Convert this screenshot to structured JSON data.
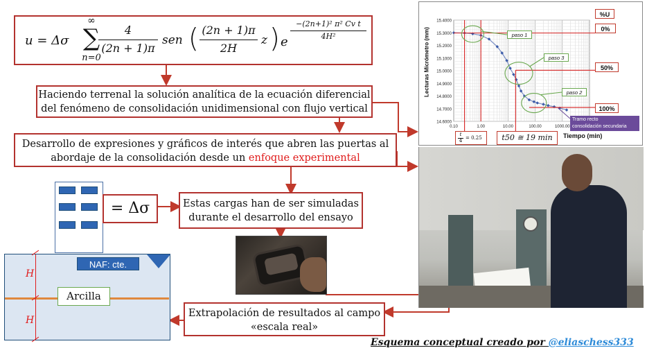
{
  "formula": {
    "lhs": "u = Δσ",
    "sum_top": "∞",
    "sum_bottom": "n=0",
    "frac1_num": "4",
    "frac1_den": "(2n + 1)π",
    "sen": "sen",
    "frac2_num": "(2n + 1)π",
    "frac2_den": "2H",
    "z": "z",
    "e": "e",
    "exp_num": "−(2n+1)² π² Cv t",
    "exp_den": "4H²"
  },
  "box_solution": {
    "line1": "Haciendo terrenal la solución analítica de la ecuación diferencial",
    "line2": "del fenómeno de consolidación unidimensional con flujo vertical"
  },
  "box_expressions": {
    "line1": "Desarrollo de expresiones y gráficos de interés que abren las puertas al",
    "line2_prefix": "abordaje de la consolidación desde un ",
    "line2_highlight": "enfoque experimental"
  },
  "delta_box": "= Δσ",
  "box_loads": {
    "line1": "Estas cargas han de ser simuladas",
    "line2": "durante el desarrollo del ensayo"
  },
  "box_extrapolation": {
    "line1": "Extrapolación de resultados al campo",
    "line2": "«escala real»"
  },
  "soil": {
    "naf_label": "NAF:  cte.",
    "clay_label": "Arcilla",
    "h_top": "H",
    "h_bottom": "H"
  },
  "credit": {
    "prefix": "Esquema  conceptual creado por ",
    "handle": "@eliaschess333"
  },
  "chart": {
    "ylabel": "Lecturas Micrómetro (mm)",
    "xlabel": "Tiempo (min)",
    "pct_u_label": "%U",
    "u0": "0%",
    "u50": "50%",
    "u100": "100%",
    "paso1": "paso 1",
    "paso2": "paso 2",
    "paso3": "paso 3",
    "tramo_line1": "Tramo recto",
    "tramo_line2": "consolidación secundaria",
    "t_frac_num": "t",
    "t_frac_den": "4",
    "t_frac_value": "= 0.25",
    "t50": "t50 ≅ 19 min",
    "y_ticks": [
      "15.4000",
      "15.3000",
      "15.2000",
      "15.1000",
      "15.0000",
      "14.9000",
      "14.8000",
      "14.7000",
      "14.6000"
    ],
    "x_ticks": [
      "0.10",
      "1.00",
      "10.00",
      "100.00",
      "1000.00"
    ]
  },
  "chart_data": {
    "type": "scatter",
    "title": "",
    "xlabel": "Tiempo (min)",
    "ylabel": "Lecturas Micrómetro (mm)",
    "x_scale": "log",
    "xlim": [
      0.1,
      10000
    ],
    "ylim": [
      14.6,
      15.4
    ],
    "grid": true,
    "series": [
      {
        "x": [
          0.1,
          0.25,
          0.5,
          1,
          2,
          4,
          6,
          9,
          12,
          16,
          20,
          25,
          30,
          40,
          60,
          90,
          120,
          200,
          300,
          500,
          800,
          1440
        ],
        "y": [
          15.3,
          15.298,
          15.292,
          15.28,
          15.25,
          15.19,
          15.14,
          15.08,
          15.02,
          14.97,
          14.93,
          14.88,
          14.84,
          14.8,
          14.77,
          14.755,
          14.745,
          14.735,
          14.725,
          14.715,
          14.705,
          14.69
        ]
      }
    ]
  },
  "colors": {
    "box_border": "#b3322e",
    "arrow": "#c0392b",
    "red_text": "#e01b1b",
    "soil_fill": "#dce6f2",
    "soil_border": "#1f4e79",
    "clay_line": "#e0883d",
    "window_fill": "#2f66b3",
    "callout_green": "#6aa84f",
    "tramo_fill": "#6b4b9a",
    "credit_link": "#2e8bd8"
  }
}
